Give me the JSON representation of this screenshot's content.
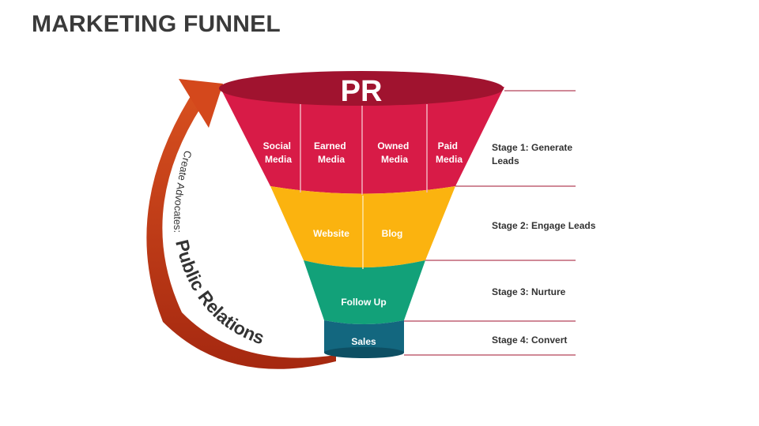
{
  "title": "MARKETING FUNNEL",
  "funnel": {
    "top_label": "PR",
    "stage1_segments": [
      {
        "line1": "Social",
        "line2": "Media"
      },
      {
        "line1": "Earned",
        "line2": "Media"
      },
      {
        "line1": "Owned",
        "line2": "Media"
      },
      {
        "line1": "Paid",
        "line2": "Media"
      }
    ],
    "stage2_segments": [
      "Website",
      "Blog"
    ],
    "stage3_label": "Follow Up",
    "stage4_label": "Sales"
  },
  "stages": [
    {
      "line1": "Stage 1: Generate",
      "line2": "Leads"
    },
    {
      "line1": "Stage 2: Engage Leads"
    },
    {
      "line1": "Stage 3: Nurture"
    },
    {
      "line1": "Stage 4: Convert"
    }
  ],
  "arc": {
    "small_text": "Create Advocates:",
    "big_text": "Public Relations"
  },
  "colors": {
    "rim": "#a0132f",
    "stage1": "#d81b47",
    "stage2": "#fbb30f",
    "stage3": "#12a179",
    "stage4": "#13677f",
    "arrow": "#c63d1d",
    "line": "#a0132f"
  }
}
